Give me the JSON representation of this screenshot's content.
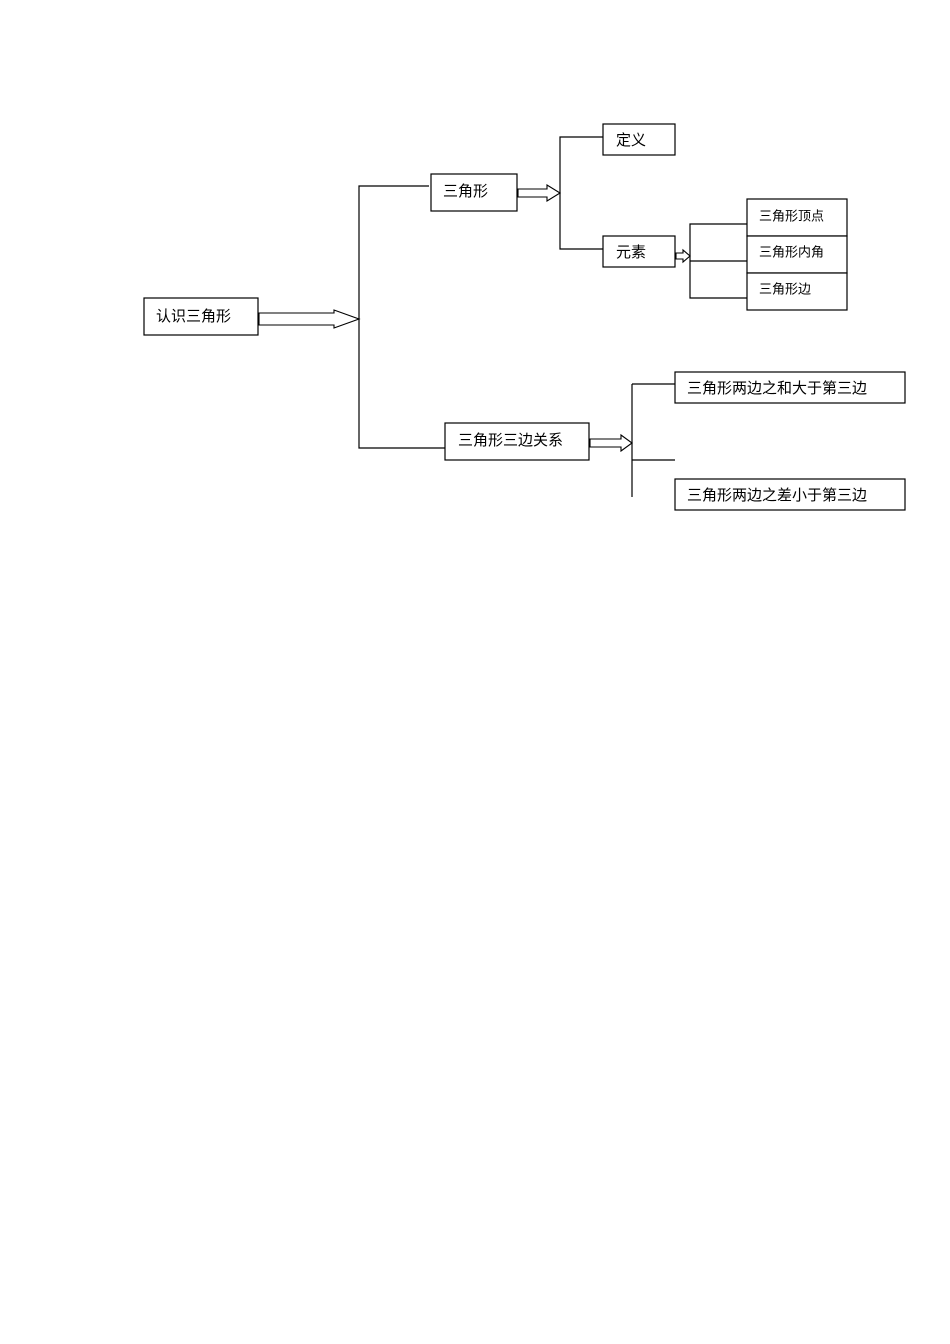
{
  "diagram": {
    "root": "认识三角形",
    "triangle": "三角形",
    "definition": "定义",
    "elements": "元素",
    "vertex": "三角形顶点",
    "interior_angle": "三角形内角",
    "side": "三角形边",
    "side_relation": "三角形三边关系",
    "sum_rule": "三角形两边之和大于第三边",
    "diff_rule": "三角形两边之差小于第三边"
  }
}
